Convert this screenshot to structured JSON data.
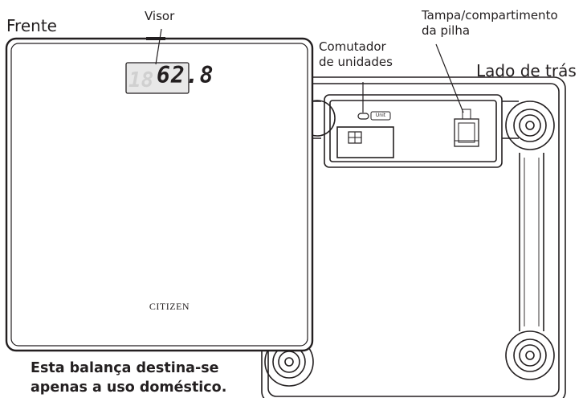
{
  "labels": {
    "front": "Frente",
    "display": "Visor",
    "unit_switch_line1": "Comutador",
    "unit_switch_line2": "de unidades",
    "battery_cover_line1": "Tampa/compartimento",
    "battery_cover_line2": "da pilha",
    "back_side": "Lado de trás"
  },
  "display_reading": "62.8",
  "unit_button_text": "Unit",
  "brand": "CITIZEN",
  "note": {
    "line1": "Esta balança destina-se",
    "line2": "apenas a uso doméstico."
  },
  "colors": {
    "ink": "#231f20",
    "display_bg": "#e8e8e8",
    "ghost_digit": "#d0d0d0"
  }
}
